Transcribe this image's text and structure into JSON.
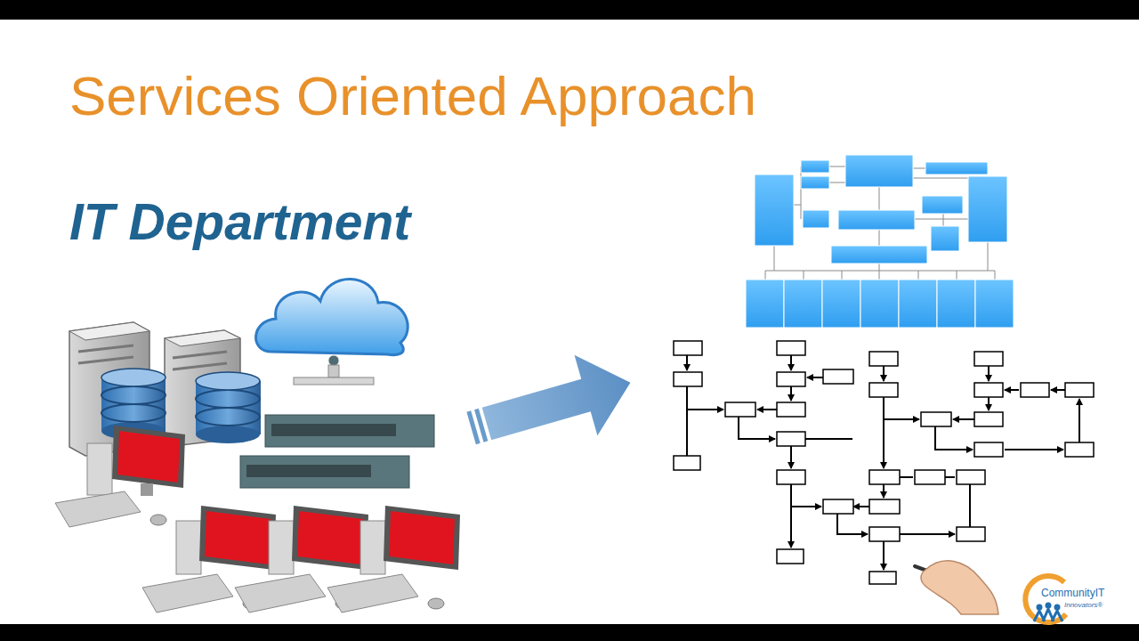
{
  "diagram": {
    "title": "Services Oriented Approach",
    "labels": [
      "IT Department",
      "CommunityIT",
      "Innovators®"
    ]
  }
}
